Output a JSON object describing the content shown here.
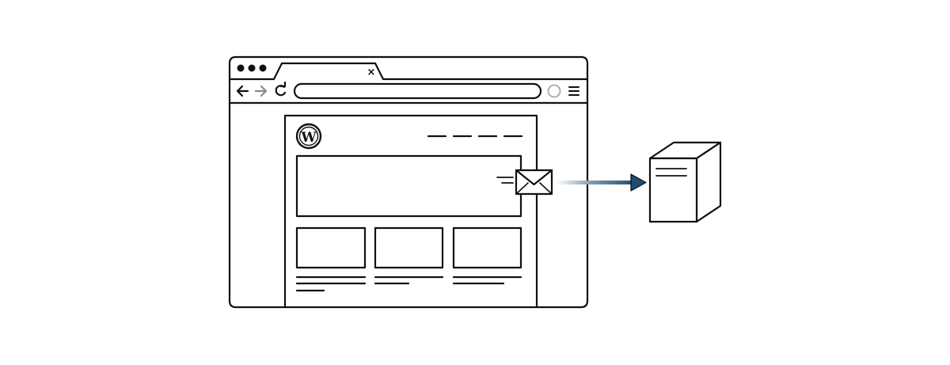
{
  "browser": {
    "tab": {
      "close_glyph": "×"
    },
    "url_bar": {
      "value": ""
    },
    "icons": {
      "window_controls": "traffic-light-dots",
      "back": "arrow-left-icon",
      "forward": "arrow-right-icon",
      "reload": "reload-icon",
      "profile": "circle-icon",
      "menu": "hamburger-menu-icon"
    }
  },
  "page": {
    "logo": "wordpress-logo-icon",
    "nav_items": 4,
    "hero": "hero-banner",
    "cards": 3
  },
  "flow": {
    "message_icon": "envelope-icon",
    "arrow_color_start": "#ffffff",
    "arrow_color_end": "#1e4f73",
    "target_icon": "server-box-icon"
  },
  "colors": {
    "stroke": "#111111",
    "background": "#ffffff",
    "accent": "#1e4f73"
  }
}
